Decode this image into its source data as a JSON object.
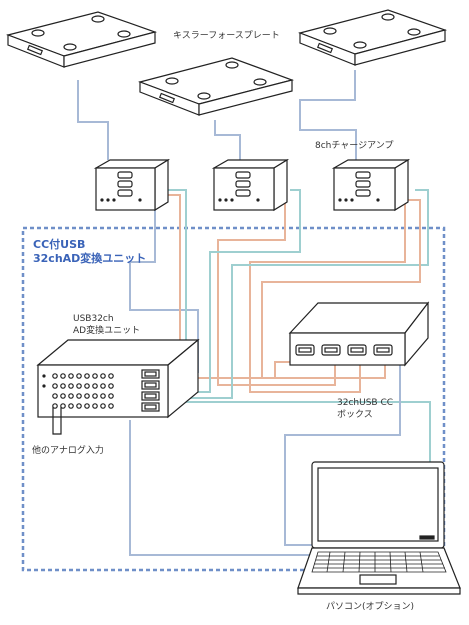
{
  "labels": {
    "force_plate": "キスラーフォースプレート",
    "charge_amp": "8chチャージアンプ",
    "unit_title_line1": "CC付USB",
    "unit_title_line2": "32chAD変換ユニット",
    "usb_unit_line1": "USB32ch",
    "usb_unit_line2": "AD変換ユニット",
    "cc_box_line1": "32chUSB CC",
    "cc_box_line2": "ボックス",
    "analog_input": "他のアナログ入力",
    "pc": "パソコン(オプション)"
  },
  "colors": {
    "blue_cable": "#a7b9d6",
    "teal_cable": "#9ecfd0",
    "orange_cable": "#e8b49a",
    "dashed_border": "#6f8fc8",
    "title_blue": "#3a63b8",
    "outline": "#222222"
  }
}
